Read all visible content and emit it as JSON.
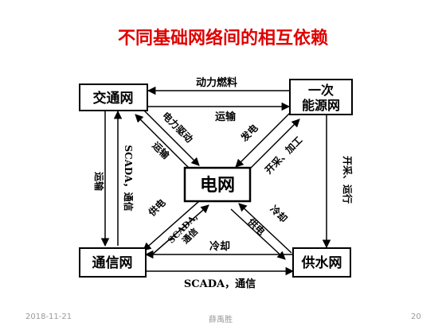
{
  "slide": {
    "title": "不同基础网络间的相互依赖",
    "nodes": {
      "transport": "交通网",
      "energy_line1": "一次",
      "energy_line2": "能源网",
      "grid": "电网",
      "comm": "通信网",
      "water": "供水网"
    },
    "edges": {
      "energy_to_transport": "动力燃料",
      "transport_to_energy": "运输",
      "transport_grid_power": "电力驱动",
      "grid_transport_transport": "运输",
      "energy_grid_generation": "发电",
      "grid_energy_process": "开采、加工",
      "energy_water": "开采、运行",
      "comm_transport_scada": "SCADA，通信",
      "transport_comm_transport": "运输",
      "grid_comm_power": "供电",
      "comm_grid_scada": "SCADA,\n通信",
      "grid_water_cool": "冷却",
      "grid_water_power": "供电",
      "water_comm_cool": "冷却",
      "comm_water_scada": "SCADA，通信"
    },
    "colors": {
      "title": "#e00000",
      "line": "#000000",
      "footer": "#9a9a9a"
    }
  },
  "footer": {
    "date": "2018-11-21",
    "author": "薛禹胜",
    "page": "20"
  }
}
